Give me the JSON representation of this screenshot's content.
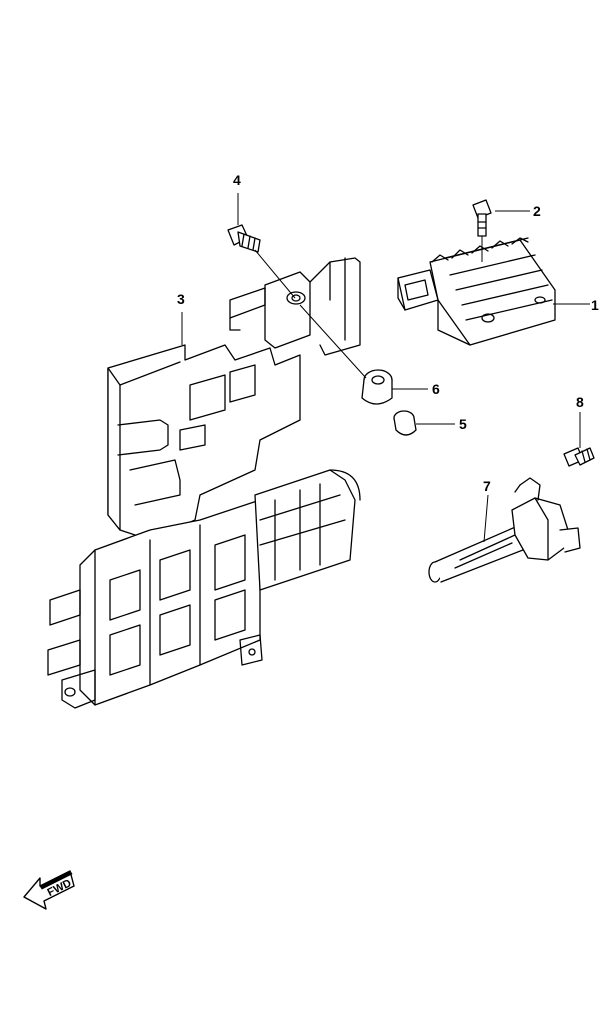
{
  "diagram": {
    "callouts": [
      {
        "id": "part-1",
        "label": "1"
      },
      {
        "id": "part-2",
        "label": "2"
      },
      {
        "id": "part-3",
        "label": "3"
      },
      {
        "id": "part-4",
        "label": "4"
      },
      {
        "id": "part-5",
        "label": "5"
      },
      {
        "id": "part-6",
        "label": "6"
      },
      {
        "id": "part-7",
        "label": "7"
      },
      {
        "id": "part-8",
        "label": "8"
      }
    ],
    "direction_arrow": {
      "label": "FWD"
    }
  }
}
